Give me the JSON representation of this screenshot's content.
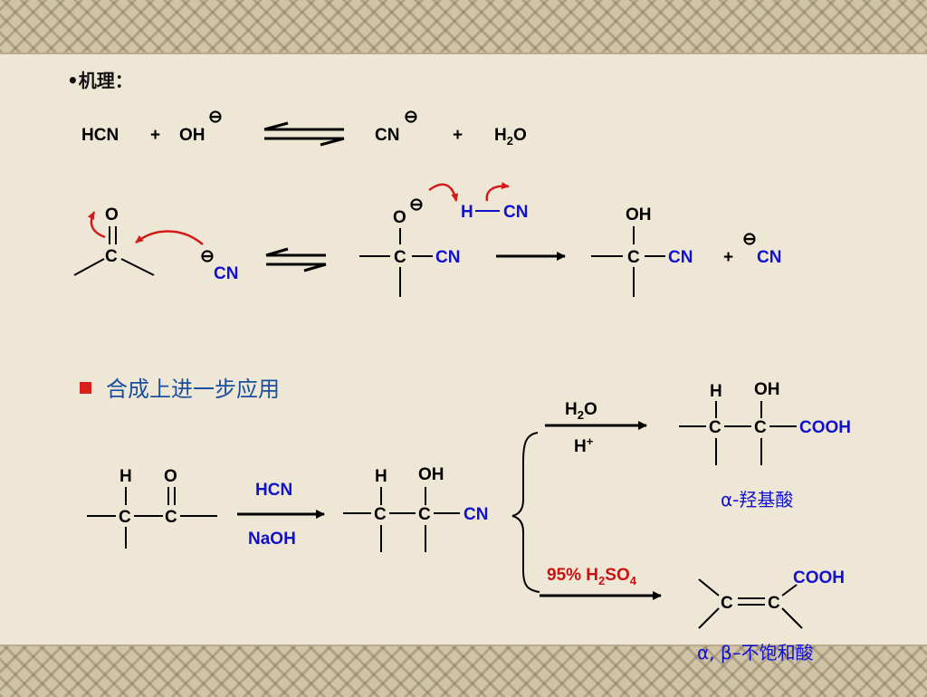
{
  "headings": {
    "mechanism": "•机理：",
    "application": "合成上进一步应用"
  },
  "eq1": {
    "hcn": "HCN",
    "plus1": "+",
    "oh": "OH",
    "minus_oh": "⊖",
    "cn": "CN",
    "minus_cn": "⊖",
    "plus2": "+",
    "h2o_h": "H",
    "h2o_sub": "2",
    "h2o_o": "O"
  },
  "eq2": {
    "o1": "O",
    "c1": "C",
    "minus_cn1": "⊖",
    "cn1": "CN",
    "o2": "O",
    "minus_o2": "⊖",
    "h2": "H",
    "cn2": "CN",
    "c2": "C",
    "cn2b": "CN",
    "oh3": "OH",
    "c3": "C",
    "cn3": "CN",
    "plus3": "+",
    "minus_cn3": "⊖",
    "cn3b": "CN"
  },
  "eq3": {
    "h_a": "H",
    "o_a": "O",
    "c_a1": "C",
    "c_a2": "C",
    "reagent_top": "HCN",
    "reagent_bottom": "NaOH",
    "h_b": "H",
    "oh_b": "OH",
    "c_b1": "C",
    "c_b2": "C",
    "cn_b": "CN",
    "upper_reagent_h": "H",
    "upper_reagent_sub": "2",
    "upper_reagent_o": "O",
    "upper_reagent2": "H",
    "upper_reagent2_sup": "+",
    "h_c": "H",
    "oh_c": "OH",
    "c_c1": "C",
    "c_c2": "C",
    "cooh_c": "COOH",
    "label_c": "α-羟基酸",
    "lower_reagent_a": "95% H",
    "lower_reagent_sub1": "2",
    "lower_reagent_b": "SO",
    "lower_reagent_sub2": "4",
    "c_d1": "C",
    "c_d2": "C",
    "cooh_d": "COOH",
    "label_d": "α, β–不饱和酸"
  }
}
